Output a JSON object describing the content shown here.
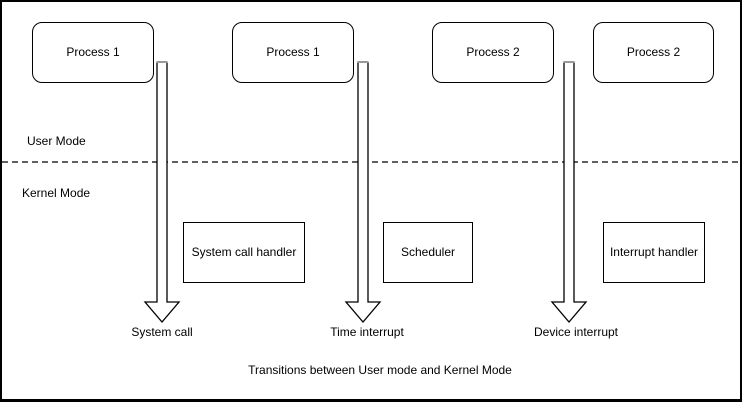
{
  "diagram": {
    "caption": "Transitions between User mode and Kernel Mode",
    "modes": {
      "user_label": "User Mode",
      "kernel_label": "Kernel Mode"
    },
    "process_boxes": [
      {
        "label": "Process 1"
      },
      {
        "label": "Process 1"
      },
      {
        "label": "Process 2"
      },
      {
        "label": "Process 2"
      }
    ],
    "handler_boxes": [
      {
        "label": "System call handler"
      },
      {
        "label": "Scheduler"
      },
      {
        "label": "Interrupt handler"
      }
    ],
    "transitions": [
      {
        "label": "System call"
      },
      {
        "label": "Time interrupt"
      },
      {
        "label": "Device interrupt"
      }
    ],
    "colors": {
      "stroke": "#000000",
      "background": "#ffffff",
      "arrow_fill": "#ffffff",
      "arrow_top_cap": "#999999",
      "text": "#000000"
    }
  }
}
